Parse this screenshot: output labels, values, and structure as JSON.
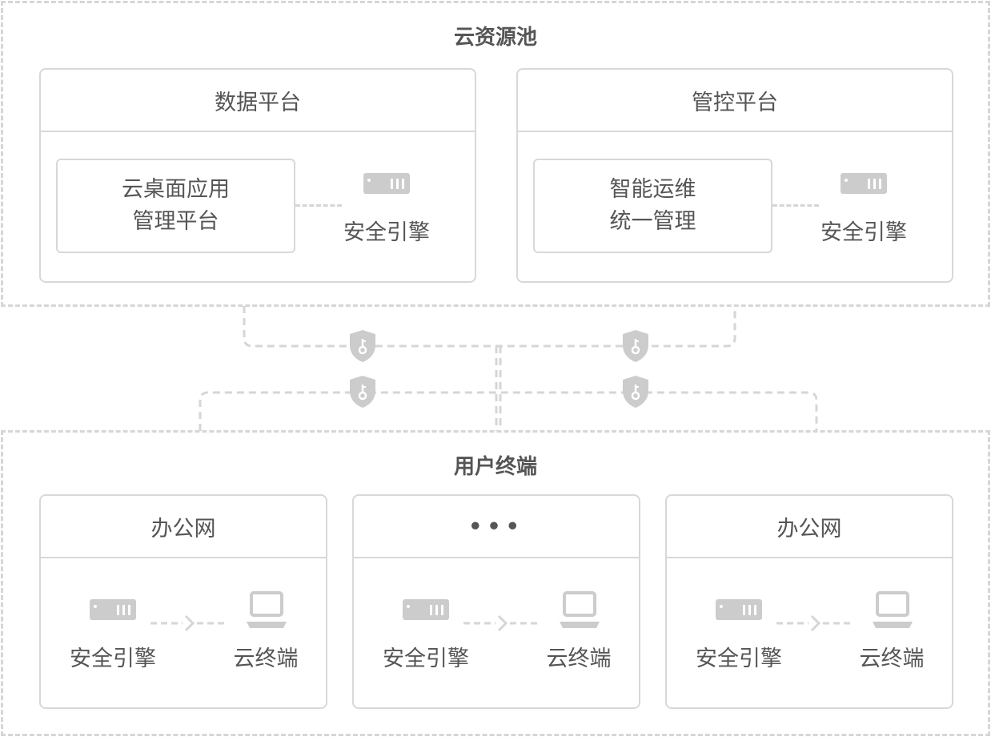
{
  "cloud_pool": {
    "title": "云资源池",
    "data_platform": {
      "title": "数据平台",
      "box_line1": "云桌面应用",
      "box_line2": "管理平台",
      "engine_label": "安全引擎"
    },
    "control_platform": {
      "title": "管控平台",
      "box_line1": "智能运维",
      "box_line2": "统一管理",
      "engine_label": "安全引擎"
    }
  },
  "user_terminal": {
    "title": "用户终端",
    "networks": [
      {
        "title": "办公网",
        "engine_label": "安全引擎",
        "terminal_label": "云终端"
      },
      {
        "title": "•••",
        "engine_label": "安全引擎",
        "terminal_label": "云终端"
      },
      {
        "title": "办公网",
        "engine_label": "安全引擎",
        "terminal_label": "云终端"
      }
    ]
  },
  "icons": {
    "engine": "security-engine-icon",
    "laptop": "laptop-icon",
    "shield": "shield-key-icon"
  },
  "colors": {
    "line": "#d6d6d6",
    "border": "#d8d8d8",
    "icon": "#cccccc",
    "text": "#555555"
  }
}
